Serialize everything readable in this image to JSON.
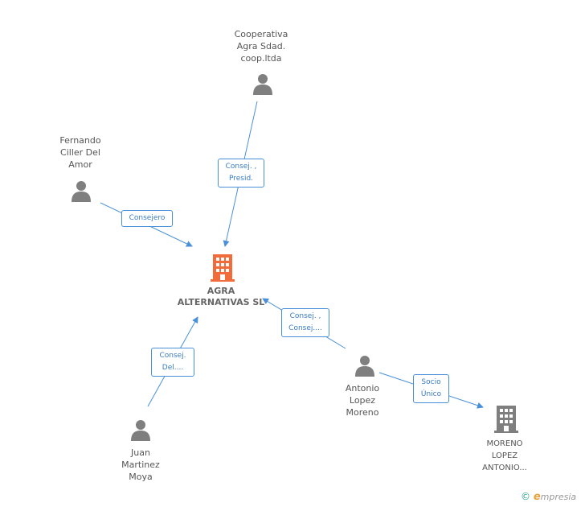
{
  "colors": {
    "person_icon": "#7f7f7f",
    "company_main": "#f26b3a",
    "company_other": "#7f7f7f",
    "edge": "#4a90d9"
  },
  "nodes": {
    "cooperativa": {
      "label": "Cooperativa\nAgra Sdad.\ncoop.ltda",
      "icon": "person-icon"
    },
    "fernando": {
      "label": "Fernando\nCiller Del\nAmor",
      "icon": "person-icon"
    },
    "agra": {
      "label": "AGRA\nALTERNATIVAS SL",
      "icon": "building-icon"
    },
    "antonio": {
      "label": "Antonio\nLopez\nMoreno",
      "icon": "person-icon"
    },
    "juan": {
      "label": "Juan\nMartinez\nMoya",
      "icon": "person-icon"
    },
    "moreno": {
      "label": "MORENO\nLOPEZ\nANTONIO...",
      "icon": "building-icon"
    }
  },
  "edges": {
    "coop_agra": "Consej. ,\nPresid.",
    "fernando_agra": "Consejero",
    "antonio_agra": "Consej. ,\nConsej....",
    "juan_agra": "Consej.\nDel....",
    "antonio_moreno": "Socio\nÚnico"
  },
  "footer": {
    "copyright": "©",
    "brand_initial": "e",
    "brand_rest": "mpresia"
  }
}
